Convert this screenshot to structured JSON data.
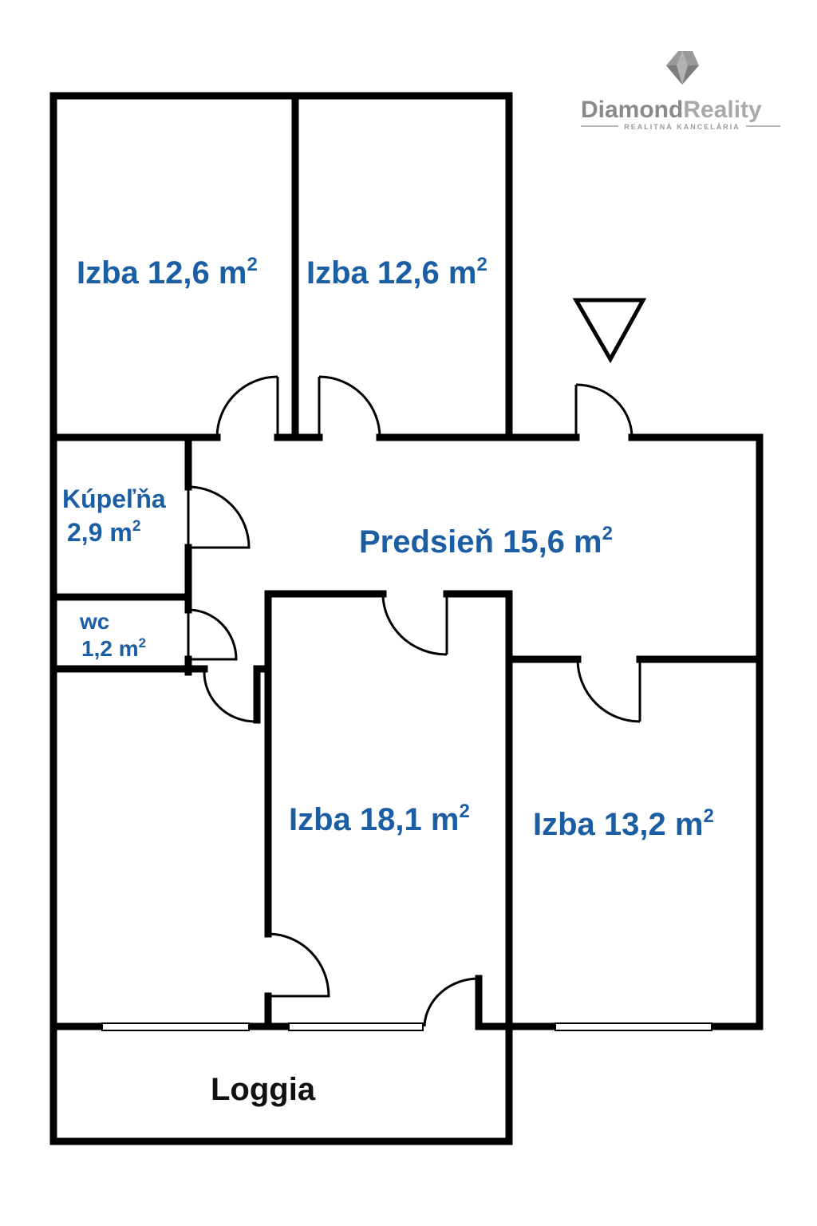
{
  "logo": {
    "brand_bold": "Diamond",
    "brand_light": "Reality",
    "tagline": "REALITNÁ KANCELÁRIA"
  },
  "rooms": {
    "izba_top_left": {
      "name": "Izba 12,6 m",
      "sup": "2"
    },
    "izba_top_right": {
      "name": "Izba 12,6 m",
      "sup": "2"
    },
    "kupelna": {
      "name": "Kúpeľňa",
      "area": "2,9 m",
      "sup": "2"
    },
    "predsien": {
      "name": "Predsieň 15,6 m",
      "sup": "2"
    },
    "wc": {
      "name": "wc",
      "area": "1,2 m",
      "sup": "2"
    },
    "izba_center": {
      "name": "Izba 18,1 m",
      "sup": "2"
    },
    "izba_right": {
      "name": "Izba 13,2 m",
      "sup": "2"
    },
    "loggia": {
      "name": "Loggia"
    }
  },
  "colors": {
    "label": "#1b5ea4",
    "wall": "#000000",
    "logo": "#8a8a8a"
  }
}
